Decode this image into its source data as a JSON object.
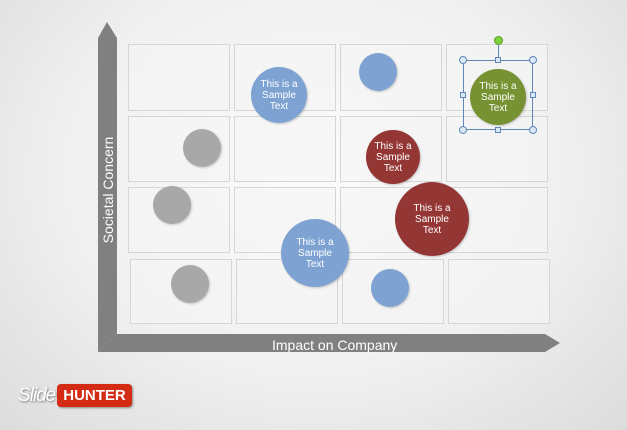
{
  "axes": {
    "y_label": "Societal Concern",
    "x_label": "Impact on Company"
  },
  "bubbles": [
    {
      "text": "This is a Sample Text",
      "color": "blue"
    },
    {
      "text": "",
      "color": "blue"
    },
    {
      "text": "This is a Sample Text",
      "color": "green",
      "selected": true
    },
    {
      "text": "",
      "color": "gray"
    },
    {
      "text": "This is a Sample Text",
      "color": "red"
    },
    {
      "text": "",
      "color": "gray"
    },
    {
      "text": "This is a Sample Text",
      "color": "red"
    },
    {
      "text": "This is a Sample Text",
      "color": "blue"
    },
    {
      "text": "",
      "color": "gray"
    },
    {
      "text": "",
      "color": "blue"
    }
  ],
  "colors": {
    "blue": "#7ea3d3",
    "red": "#943634",
    "gray": "#a8a8a8",
    "green": "#779232",
    "axis": "#808080"
  },
  "logo": {
    "text": "Slide HUNTER"
  }
}
